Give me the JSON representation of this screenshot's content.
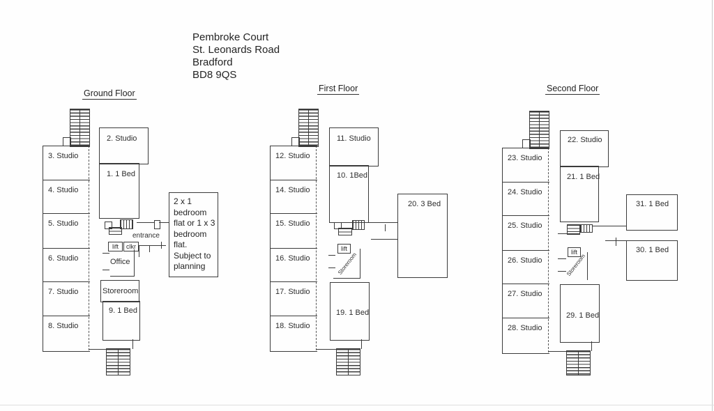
{
  "header": {
    "lines": [
      "Pembroke Court",
      "St. Leonards Road",
      "Bradford",
      "BD8 9QS"
    ]
  },
  "floors": [
    {
      "title": "Ground Floor",
      "strip_rooms": [
        "3. Studio",
        "4. Studio",
        "5. Studio",
        "6. Studio",
        "7. Studio",
        "8. Studio"
      ],
      "rooms": {
        "top_studio": "2. Studio",
        "one_bed": "1. 1 Bed",
        "storeroom": "Storeroom",
        "bottom_bed": "9. 1 Bed"
      },
      "labels": {
        "entrance": "entrance",
        "lift": "lift",
        "clkr": "clkr",
        "office": "Office"
      }
    },
    {
      "title": "First Floor",
      "strip_rooms": [
        "12. Studio",
        "14. Studio",
        "15. Studio",
        "16. Studio",
        "17. Studio",
        "18. Studio"
      ],
      "rooms": {
        "top_studio": "11. Studio",
        "one_bed": "10. 1Bed",
        "bottom_bed": "19. 1 Bed",
        "three_bed": "20. 3 Bed"
      },
      "labels": {
        "lift": "lift",
        "storeroom": "Storeroom"
      }
    },
    {
      "title": "Second Floor",
      "strip_rooms": [
        "23. Studio",
        "24. Studio",
        "25. Studio",
        "26. Studio",
        "27. Studio",
        "28. Studio"
      ],
      "rooms": {
        "top_studio": "22. Studio",
        "one_bed": "21. 1 Bed",
        "bottom_bed": "29. 1 Bed",
        "side_top": "31. 1 Bed",
        "side_bottom": "30. 1 Bed"
      },
      "labels": {
        "lift": "lift",
        "storeroom": "Storeroom"
      }
    }
  ],
  "note_box": {
    "lines": [
      "2 x 1",
      "bedroom",
      "flat or 1 x 3",
      "bedroom",
      "flat.",
      "Subject to",
      "planning"
    ]
  }
}
